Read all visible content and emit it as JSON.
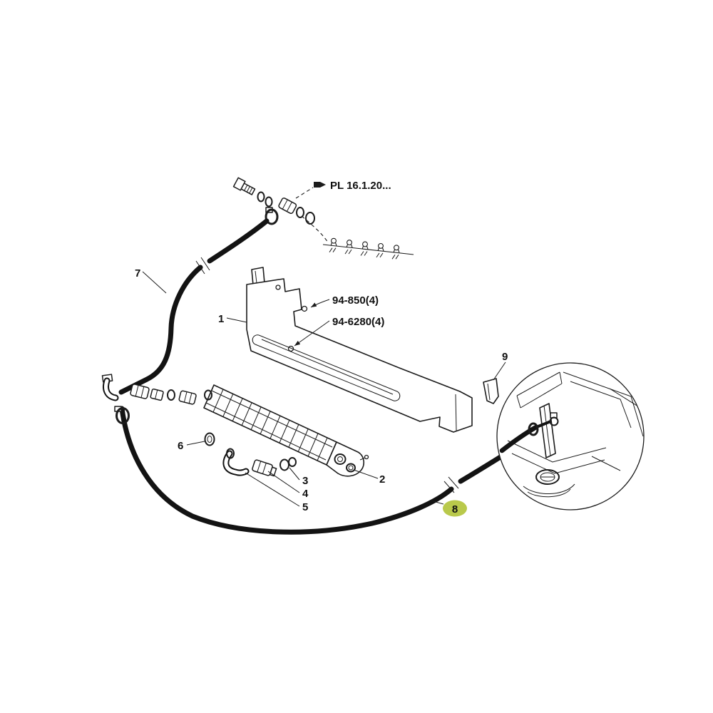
{
  "page": {
    "background": "#ffffff"
  },
  "diagram": {
    "kind": "exploded-parts-diagram",
    "colors": {
      "ink": "#1c1c1c",
      "highlight": "#b9c94b"
    },
    "references": {
      "pl_catalog": "PL 16.1.20...",
      "fastener_a": "94-850(4)",
      "fastener_b": "94-6280(4)"
    },
    "callouts": {
      "bracket": "1",
      "cooler": "2",
      "ring": "3",
      "fitting": "4",
      "elbow": "5",
      "grommet": "6",
      "hose_upper": "7",
      "hose_lower": "8",
      "clip": "9"
    }
  }
}
